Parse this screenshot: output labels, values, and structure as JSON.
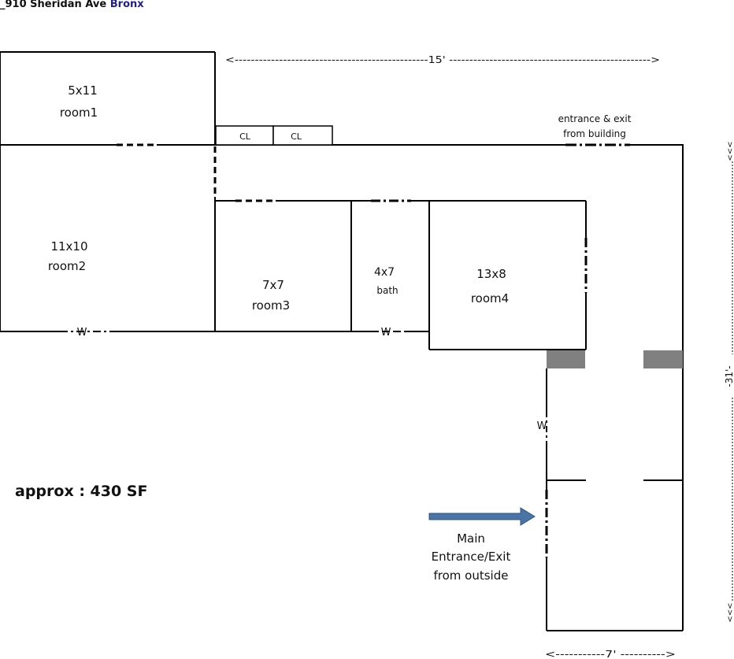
{
  "header": {
    "prefix": "_910 Sheridan Ave ",
    "city": "Bronx"
  },
  "rooms": {
    "room1": {
      "size": "5x11",
      "name": "room1"
    },
    "room2": {
      "size": "11x10",
      "name": "room2"
    },
    "room3": {
      "size": "7x7",
      "name": "room3"
    },
    "bath": {
      "size": "4x7",
      "name": "bath"
    },
    "room4": {
      "size": "13x8",
      "name": "room4"
    }
  },
  "closets": [
    "CL",
    "CL"
  ],
  "window_marks": [
    "W",
    "W",
    "W"
  ],
  "dims": {
    "top": "<------------------------------------------------15' -------------------------------------------------->",
    "bottom": "<-----------7' ---------->",
    "side_mid": "-31'-",
    "side_top": "<<<",
    "side_bottom": "<<<"
  },
  "notes": {
    "building_entrance_line1": "entrance & exit",
    "building_entrance_line2": "from building",
    "main_line1": "Main",
    "main_line2": "Entrance/Exit",
    "main_line3": "from outside",
    "area": "approx : 430 SF"
  },
  "colors": {
    "wall": "#000000",
    "arrow": "#4a74a5",
    "arrow_stroke": "#2f5582",
    "column": "#808080",
    "city": "#1f1f8f"
  }
}
